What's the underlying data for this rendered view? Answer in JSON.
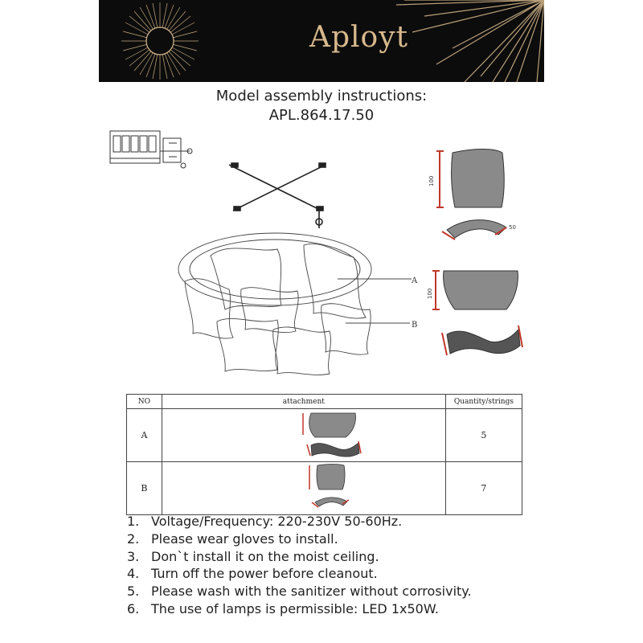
{
  "header": {
    "brand": "Aployt"
  },
  "title": {
    "line1": "Model assembly instructions:",
    "line2": "APL.864.17.50"
  },
  "diagram": {
    "callout_a": "A",
    "callout_b": "B",
    "dim_a_height": "100",
    "dim_a_width": "50",
    "dim_b_height": "100"
  },
  "table": {
    "headers": [
      "NO",
      "attachment",
      "Quantity/strings"
    ],
    "rows": [
      {
        "no": "A",
        "qty": "5"
      },
      {
        "no": "B",
        "qty": "7"
      }
    ]
  },
  "notes": [
    {
      "num": "1.",
      "text": "Voltage/Frequency: 220-230V 50-60Hz."
    },
    {
      "num": "2.",
      "text": "Please wear gloves to install."
    },
    {
      "num": "3.",
      "text": "Don`t install it on the moist ceiling."
    },
    {
      "num": "4.",
      "text": "Turn off the power before cleanout."
    },
    {
      "num": "5.",
      "text": "Please wash with the sanitizer without corrosivity."
    },
    {
      "num": "6.",
      "text": "The use of lamps is permissible: LED 1x50W."
    }
  ],
  "colors": {
    "banner": "#0c0c0c",
    "gold": "#d8b98c",
    "shade": "#8a8a8a",
    "dim_red": "#c0392b"
  }
}
